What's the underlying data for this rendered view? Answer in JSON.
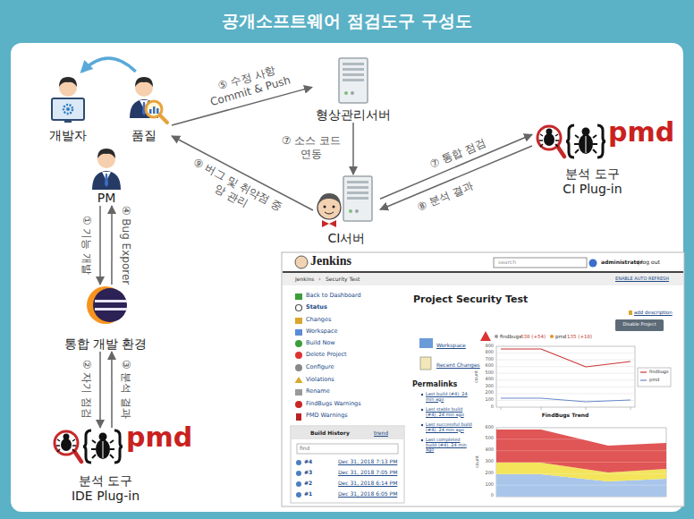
{
  "diagram": {
    "title": "공개소프트웨어 점검도구 구성도",
    "nodes": [
      {
        "text": [
          "개발자"
        ]
      },
      {
        "text": [
          "품질"
        ]
      },
      {
        "text": [
          "PM"
        ]
      },
      {
        "text": [
          "통합 개발 환경"
        ]
      },
      {
        "text": [
          "분석 도구 IDE Plug-in"
        ]
      },
      {
        "text": [
          "형상관리서버"
        ]
      },
      {
        "text": [
          "CI서버"
        ]
      },
      {
        "text": [
          "분석 도구 CI Plug-in"
        ]
      }
    ],
    "edges": [
      {
        "from": 1,
        "to": 0,
        "arrow": "to"
      },
      {
        "from": 1,
        "to": 5,
        "label": "⑤ 수정 사항 Commit & Push",
        "arrow": "to"
      },
      {
        "from": 5,
        "to": 6,
        "label": "⑦ 소스 코드 연동",
        "arrow": "to"
      },
      {
        "from": 6,
        "to": 7,
        "label": "⑦ 통합 점검",
        "arrow": "to"
      },
      {
        "from": 7,
        "to": 6,
        "label": "⑧ 분석 결과",
        "arrow": "to"
      },
      {
        "from": 6,
        "to": 1,
        "label": "⑨ 버그 및 취약점 중앙 관리",
        "arrow": "to"
      },
      {
        "from": 2,
        "to": 3,
        "label": "① 기능 개발",
        "arrow": "to"
      },
      {
        "from": 3,
        "to": 2,
        "label": "④ Bug Exporer",
        "arrow": "to"
      },
      {
        "from": 3,
        "to": 4,
        "label": "② 자기 점검",
        "arrow": "to"
      },
      {
        "from": 4,
        "to": 3,
        "label": "③ 분석 결과",
        "arrow": "to"
      }
    ],
    "labels": [
      "pmd",
      "pmd",
      "Jenkins",
      "search",
      "administrator",
      "| log out",
      "Jenkins",
      "›",
      "Security Test",
      "ENABLE AUTO REFRESH",
      "Back to Dashboard",
      "Status",
      "Changes",
      "Workspace",
      "Build Now",
      "Delete Project",
      "Configure",
      "Violations",
      "Rename",
      "FindBugs Warnings",
      "PMD Warnings",
      "Build History",
      "trend",
      "find",
      "#4",
      "Dec 31, 2018 7:13 PM",
      "#3",
      "Dec 31, 2018 7:05 PM",
      "#2",
      "Dec 31, 2018 6:14 PM",
      "#1",
      "Dec 31, 2018 6:05 PM",
      "Project Security Test",
      "add description",
      "Disable Project",
      "Workspace",
      "Recent Changes",
      "Permalinks",
      "Last build (#4), 24 min ago",
      "Last stable build (#4), 24 min ago",
      "Last successful build (#4), 24 min ago",
      "Last completed build (#4), 24 min ago",
      "findbugs",
      "638 (+54)",
      "pmd",
      "135 (+18)",
      "900",
      "800",
      "700",
      "600",
      "500",
      "400",
      "300",
      "200",
      "100",
      "0",
      "count",
      "FindBugs Trend",
      "600",
      "500",
      "400",
      "300",
      "200",
      "100",
      "0",
      "count"
    ],
    "legend": [
      {
        "text": "findbugs"
      },
      {
        "text": "pmd"
      }
    ]
  }
}
